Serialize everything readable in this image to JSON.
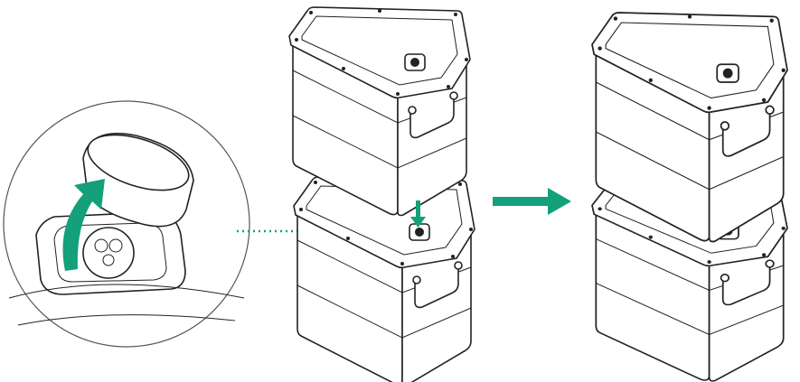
{
  "colors": {
    "accent": "#13a07b",
    "stroke": "#222222",
    "background": "#ffffff"
  },
  "steps": [
    {
      "name": "remove-connector-cap"
    },
    {
      "name": "stack-battery-modules"
    },
    {
      "name": "stacked-result"
    }
  ]
}
